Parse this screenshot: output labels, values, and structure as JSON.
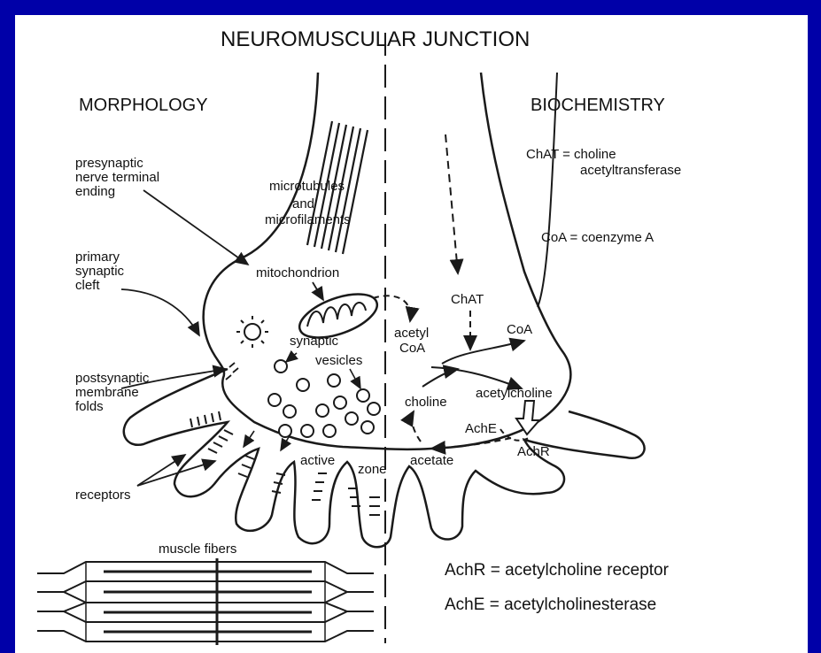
{
  "title": "NEUROMUSCULAR JUNCTION",
  "sections": {
    "morphology": "MORPHOLOGY",
    "biochemistry": "BIOCHEMISTRY"
  },
  "morphology_labels": {
    "presynaptic": [
      "presynaptic",
      "nerve terminal",
      "ending"
    ],
    "primary_cleft": [
      "primary",
      "synaptic",
      "cleft"
    ],
    "postsynaptic_folds": [
      "postsynaptic",
      "membrane",
      "folds"
    ],
    "receptors": "receptors",
    "microtubules": [
      "microtubules",
      "and",
      "microfilaments"
    ],
    "mitochondrion": "mitochondrion",
    "synaptic_vesicles": [
      "synaptic",
      "vesicles"
    ],
    "active_zone": [
      "active",
      "zone"
    ],
    "muscle_fibers": "muscle fibers"
  },
  "biochem_labels": {
    "chat": "ChAT",
    "acetyl_coa": [
      "acetyl",
      "CoA"
    ],
    "coa": "CoA",
    "choline": "choline",
    "acetylcholine": "acetylcholine",
    "ache": "AchE",
    "achr": "AchR",
    "acetate": "acetate"
  },
  "legend": {
    "chat_def": [
      "ChAT = choline",
      "acetyltransferase"
    ],
    "coa_def": "CoA = coenzyme A",
    "achr_def": "AchR = acetylcholine receptor",
    "ache_def": "AchE = acetylcholinesterase"
  },
  "colors": {
    "frame": "#0000a8",
    "panel": "#ffffff",
    "ink": "#1a1a1a"
  }
}
